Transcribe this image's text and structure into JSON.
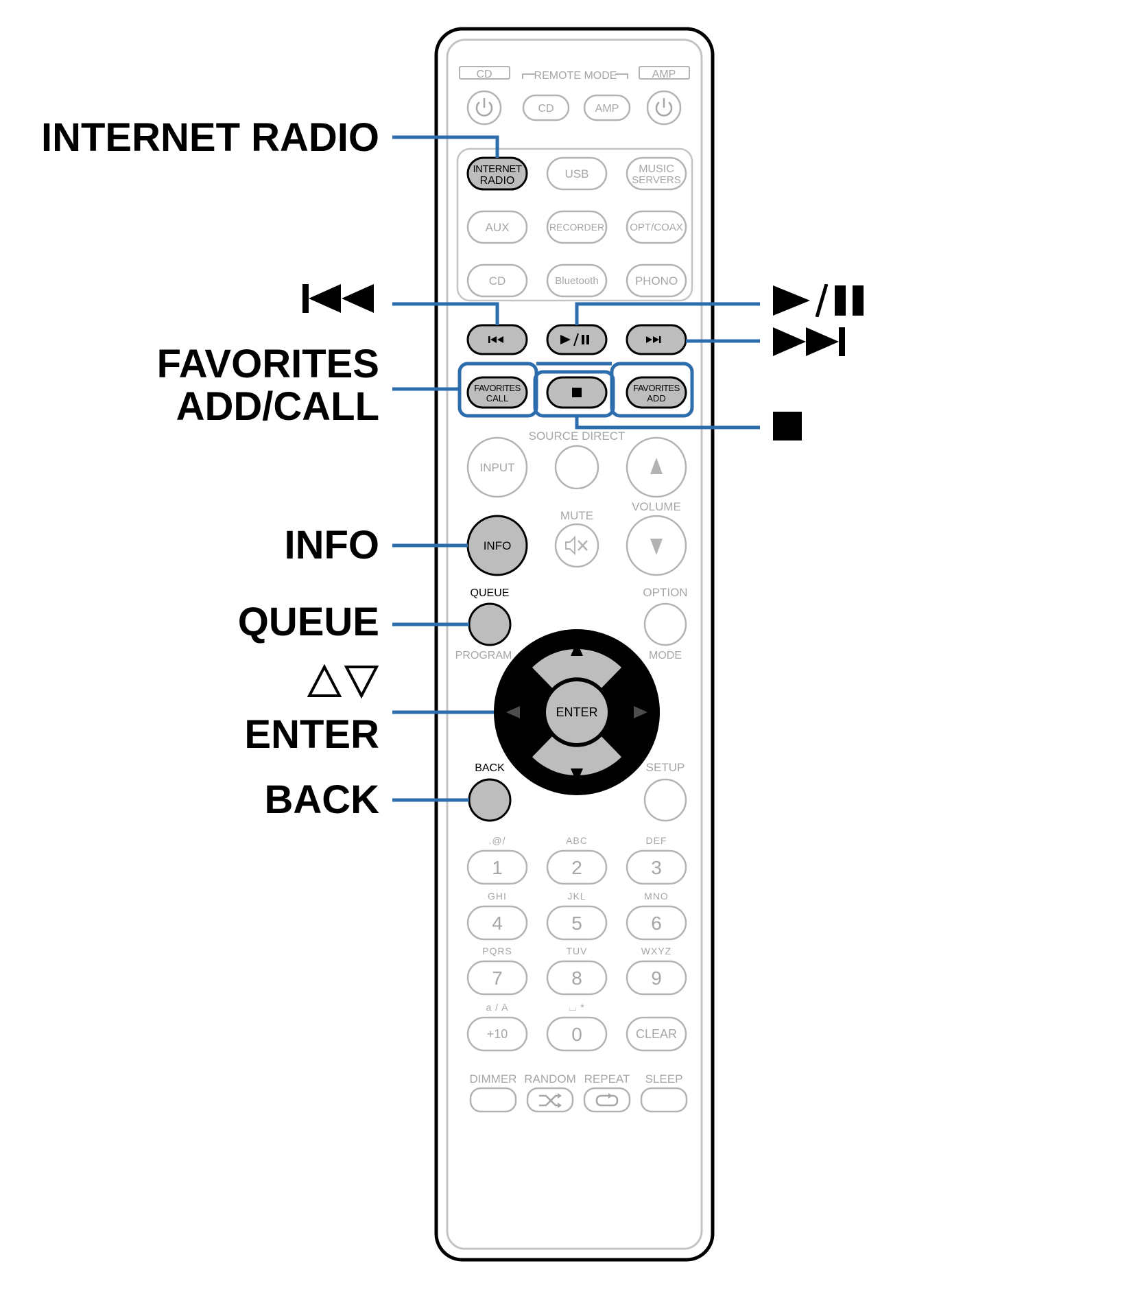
{
  "callouts": {
    "internet_radio": "INTERNET RADIO",
    "prev_track": "⏮",
    "favorites_line1": "FAVORITES",
    "favorites_line2": "ADD/CALL",
    "info": "INFO",
    "queue": "QUEUE",
    "up_down": "△▽",
    "enter": "ENTER",
    "back": "BACK",
    "play_pause": "►/❚❚",
    "next_track": "►►❙",
    "stop": "■"
  },
  "remote": {
    "mode_label": "REMOTE MODE",
    "mode_cd_tab": "CD",
    "mode_amp_tab": "AMP",
    "mode_cd_button": "CD",
    "mode_amp_button": "AMP",
    "source_row1": [
      "INTERNET RADIO",
      "USB",
      "MUSIC SERVERS"
    ],
    "internet_radio_lines": [
      "INTERNET",
      "RADIO"
    ],
    "music_servers_lines": [
      "MUSIC",
      "SERVERS"
    ],
    "source_row2": [
      "AUX",
      "RECORDER",
      "OPT/COAX"
    ],
    "source_row3": [
      "CD",
      "Bluetooth",
      "PHONO"
    ],
    "favorites_call_lines": [
      "FAVORITES",
      "CALL"
    ],
    "favorites_add_lines": [
      "FAVORITES",
      "ADD"
    ],
    "source_direct": "SOURCE DIRECT",
    "input": "INPUT",
    "volume": "VOLUME",
    "mute": "MUTE",
    "info": "INFO",
    "queue": "QUEUE",
    "option": "OPTION",
    "program": "PROGRAM",
    "mode": "MODE",
    "enter": "ENTER",
    "back": "BACK",
    "setup": "SETUP",
    "numpad": [
      {
        "letters": ".@/",
        "digit": "1"
      },
      {
        "letters": "ABC",
        "digit": "2"
      },
      {
        "letters": "DEF",
        "digit": "3"
      },
      {
        "letters": "GHI",
        "digit": "4"
      },
      {
        "letters": "JKL",
        "digit": "5"
      },
      {
        "letters": "MNO",
        "digit": "6"
      },
      {
        "letters": "PQRS",
        "digit": "7"
      },
      {
        "letters": "TUV",
        "digit": "8"
      },
      {
        "letters": "WXYZ",
        "digit": "9"
      },
      {
        "letters": "a / A",
        "digit": "+10"
      },
      {
        "letters": "⌴ *",
        "digit": "0"
      },
      {
        "letters": "",
        "digit": "CLEAR"
      }
    ],
    "bottom_row": [
      "DIMMER",
      "RANDOM",
      "REPEAT",
      "SLEEP"
    ]
  },
  "colors": {
    "callout_line": "#2e6dad",
    "highlight_button": "#bdbdbd",
    "faded_outline": "#b3b3b3",
    "faded_text": "#a6a6a6"
  }
}
